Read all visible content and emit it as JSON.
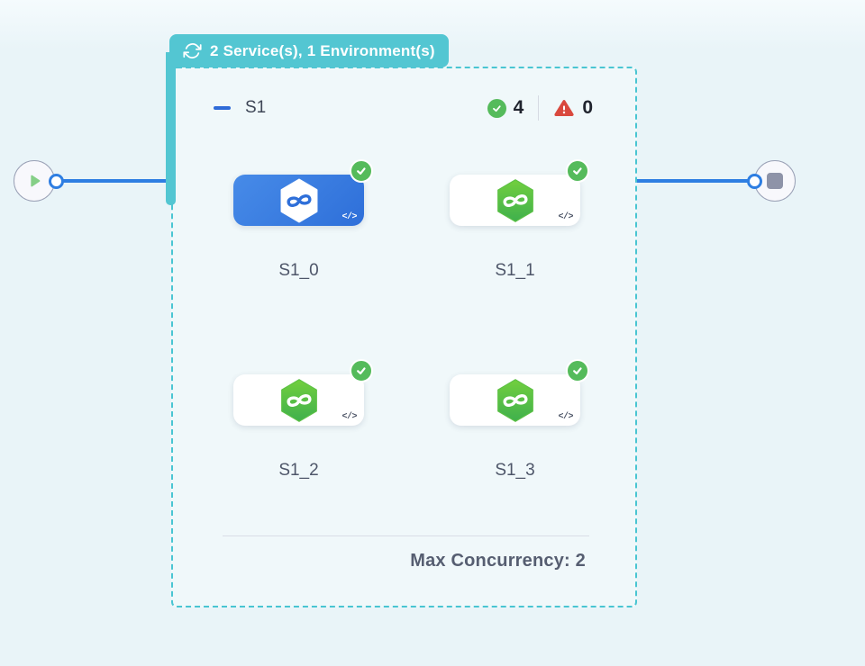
{
  "header_badge": {
    "icon": "cycle-icon",
    "label": "2 Service(s), 1 Environment(s)"
  },
  "stage": {
    "name": "S1",
    "success_count": "4",
    "failed_count": "0",
    "max_concurrency_label": "Max Concurrency: 2",
    "code_icon_label": "</>",
    "services": [
      {
        "label": "S1_0",
        "selected": true,
        "status": "success"
      },
      {
        "label": "S1_1",
        "selected": false,
        "status": "success"
      },
      {
        "label": "S1_2",
        "selected": false,
        "status": "success"
      },
      {
        "label": "S1_3",
        "selected": false,
        "status": "success"
      }
    ]
  },
  "flow": {
    "start_node": "play",
    "end_node": "stop"
  },
  "colors": {
    "teal": "#53c6d2",
    "edge_blue": "#2e7ee2",
    "selected_card_blue": "#3b7de2",
    "success_green": "#55bb5b",
    "error_red": "#d9493e"
  }
}
